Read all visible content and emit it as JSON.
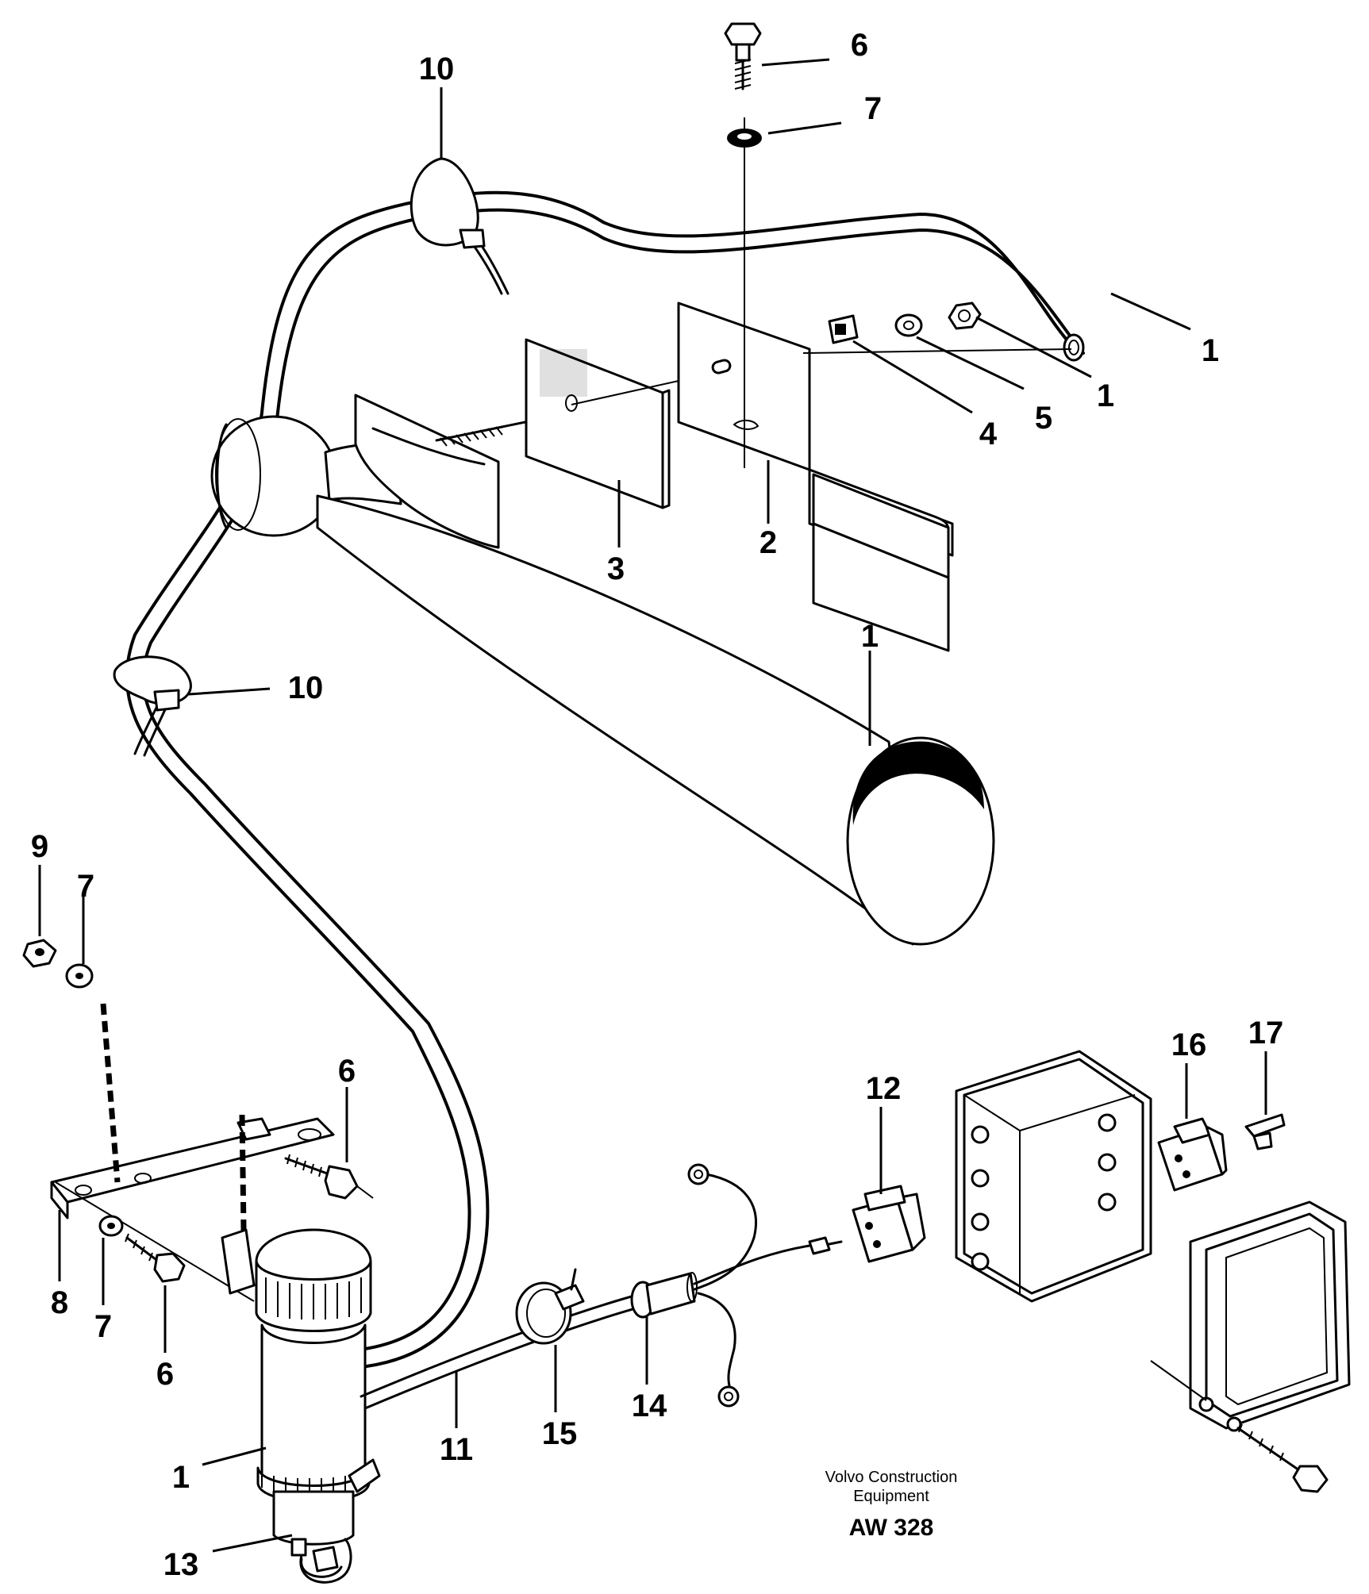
{
  "callouts": [
    {
      "id": "c6a",
      "label": "6"
    },
    {
      "id": "c7a",
      "label": "7"
    },
    {
      "id": "c10a",
      "label": "10"
    },
    {
      "id": "c1a",
      "label": "1"
    },
    {
      "id": "c1b",
      "label": "1"
    },
    {
      "id": "c5",
      "label": "5"
    },
    {
      "id": "c4",
      "label": "4"
    },
    {
      "id": "c2",
      "label": "2"
    },
    {
      "id": "c3",
      "label": "3"
    },
    {
      "id": "c1c",
      "label": "1"
    },
    {
      "id": "c10b",
      "label": "10"
    },
    {
      "id": "c9",
      "label": "9"
    },
    {
      "id": "c7b",
      "label": "7"
    },
    {
      "id": "c6b",
      "label": "6"
    },
    {
      "id": "c8",
      "label": "8"
    },
    {
      "id": "c7c",
      "label": "7"
    },
    {
      "id": "c6c",
      "label": "6"
    },
    {
      "id": "c1d",
      "label": "1"
    },
    {
      "id": "c13",
      "label": "13"
    },
    {
      "id": "c11",
      "label": "11"
    },
    {
      "id": "c15",
      "label": "15"
    },
    {
      "id": "c14",
      "label": "14"
    },
    {
      "id": "c12",
      "label": "12"
    },
    {
      "id": "c16",
      "label": "16"
    },
    {
      "id": "c17",
      "label": "17"
    }
  ],
  "footer": {
    "maker_line1": "Volvo Construction",
    "maker_line2": "Equipment",
    "drawing_code": "AW 328"
  }
}
